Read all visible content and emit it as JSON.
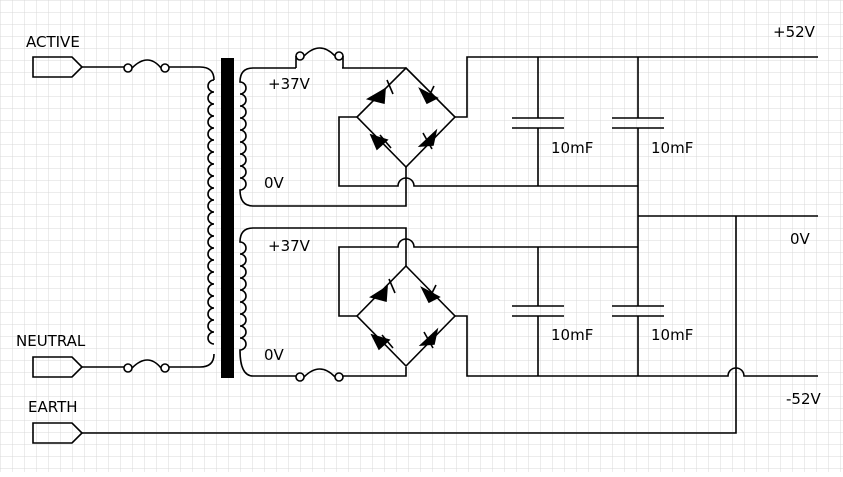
{
  "labels": {
    "active": "ACTIVE",
    "neutral": "NEUTRAL",
    "earth": "EARTH",
    "plus52": "+52V",
    "zero": "0V",
    "minus52": "-52V",
    "upper_secondary_top": "+37V",
    "upper_secondary_bottom": "0V",
    "lower_secondary_top": "+37V",
    "lower_secondary_bottom": "0V",
    "cap1": "10mF",
    "cap2": "10mF",
    "cap3": "10mF",
    "cap4": "10mF"
  },
  "colors": {
    "grid": "#d8d8d8",
    "wire": "#000000",
    "background": "#ffffff"
  }
}
